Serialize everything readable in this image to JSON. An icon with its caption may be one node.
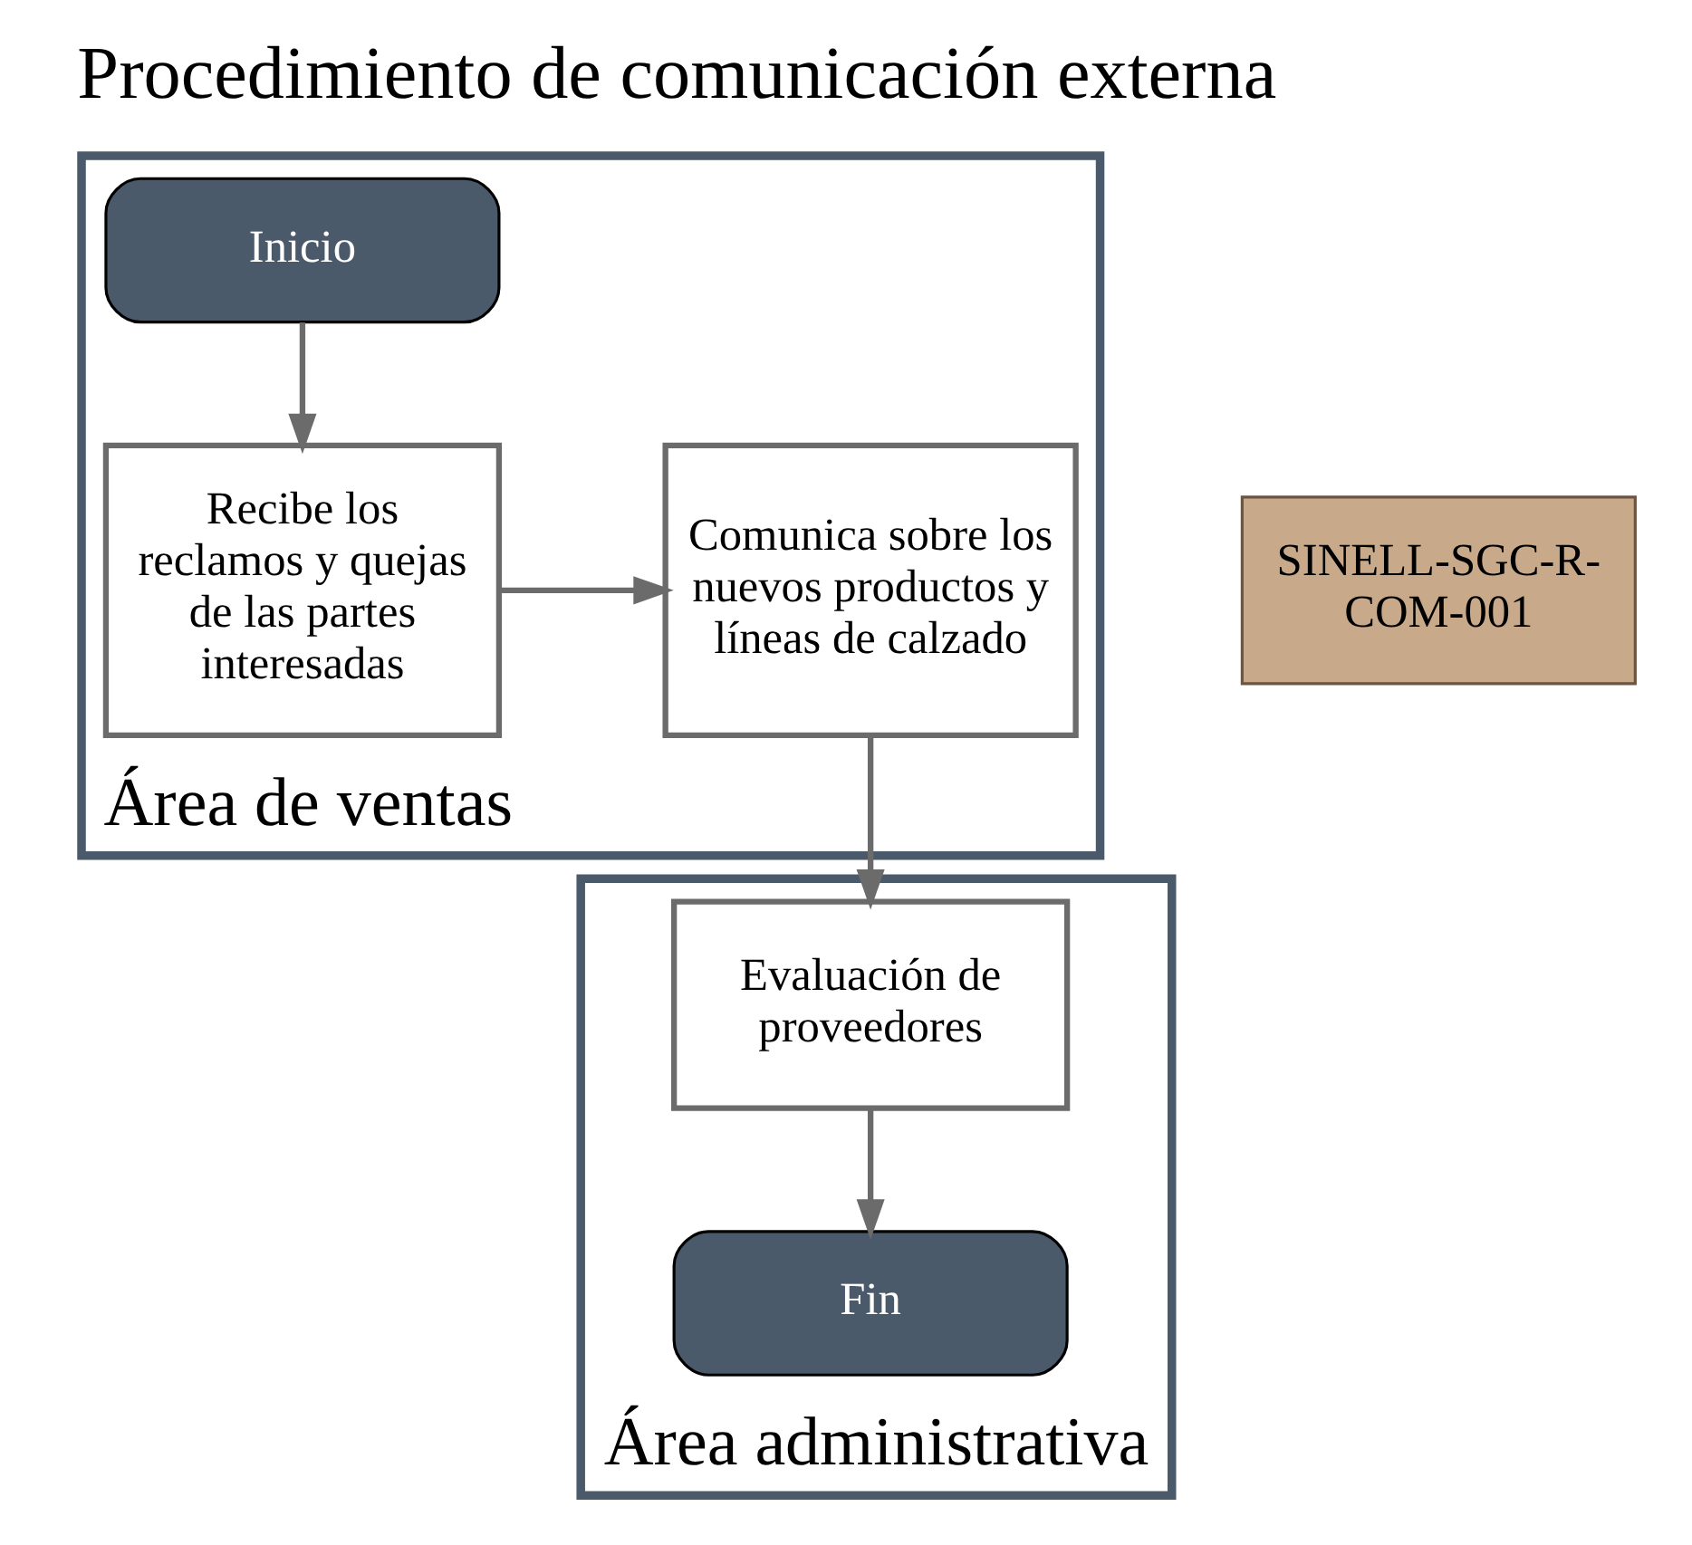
{
  "diagram": {
    "title": "Procedimiento de comunicación externa",
    "nodes": [
      {
        "text": [
          "Área de ventas"
        ]
      },
      {
        "text": [
          "Área administrativa"
        ]
      },
      {
        "text": [
          "Inicio"
        ],
        "in": 0
      },
      {
        "text": [
          "Recibe los reclamos y quejas de las partes interesadas"
        ],
        "in": 0
      },
      {
        "text": [
          "Comunica sobre los nuevos productos y líneas de calzado"
        ],
        "in": 0
      },
      {
        "text": [
          "SINELL-SGC-R-COM-001"
        ]
      },
      {
        "text": [
          "Evaluación de proveedores"
        ],
        "in": 1
      },
      {
        "text": [
          "Fin"
        ],
        "in": 1
      }
    ],
    "edges": [
      {
        "from": 2,
        "to": 3,
        "arrow": "to"
      },
      {
        "from": 3,
        "to": 4,
        "arrow": "to"
      },
      {
        "from": 4,
        "to": 6,
        "arrow": "to"
      },
      {
        "from": 6,
        "to": 7,
        "arrow": "to"
      }
    ]
  }
}
